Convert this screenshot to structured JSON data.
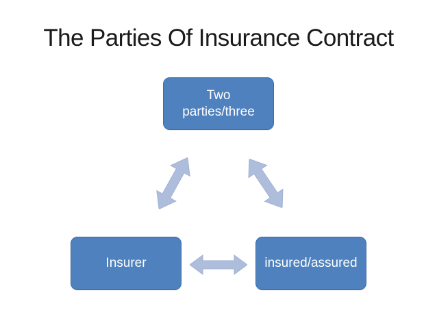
{
  "slide": {
    "title": "The Parties Of Insurance Contract"
  },
  "diagram": {
    "type": "cycle",
    "nodes": [
      {
        "id": "parties",
        "label": "Two parties/three",
        "position": "top-center"
      },
      {
        "id": "insurer",
        "label": "Insurer",
        "position": "bottom-left"
      },
      {
        "id": "insured",
        "label": "insured/assured",
        "position": "bottom-right"
      }
    ],
    "connectors": [
      {
        "from": "parties",
        "to": "insurer",
        "style": "double-headed-arrow",
        "direction": "diagonal"
      },
      {
        "from": "parties",
        "to": "insured",
        "style": "double-headed-arrow",
        "direction": "diagonal"
      },
      {
        "from": "insurer",
        "to": "insured",
        "style": "double-headed-arrow",
        "direction": "horizontal"
      }
    ],
    "colors": {
      "slide_background": "#FFFFFF",
      "title_text": "#1A1A1A",
      "node_fill": "#4E81BD",
      "node_border": "#3E6CA5",
      "node_text": "#FFFFFF",
      "arrow_fill": "#AEBDDB",
      "arrow_edge": "#A2B2D3"
    }
  }
}
